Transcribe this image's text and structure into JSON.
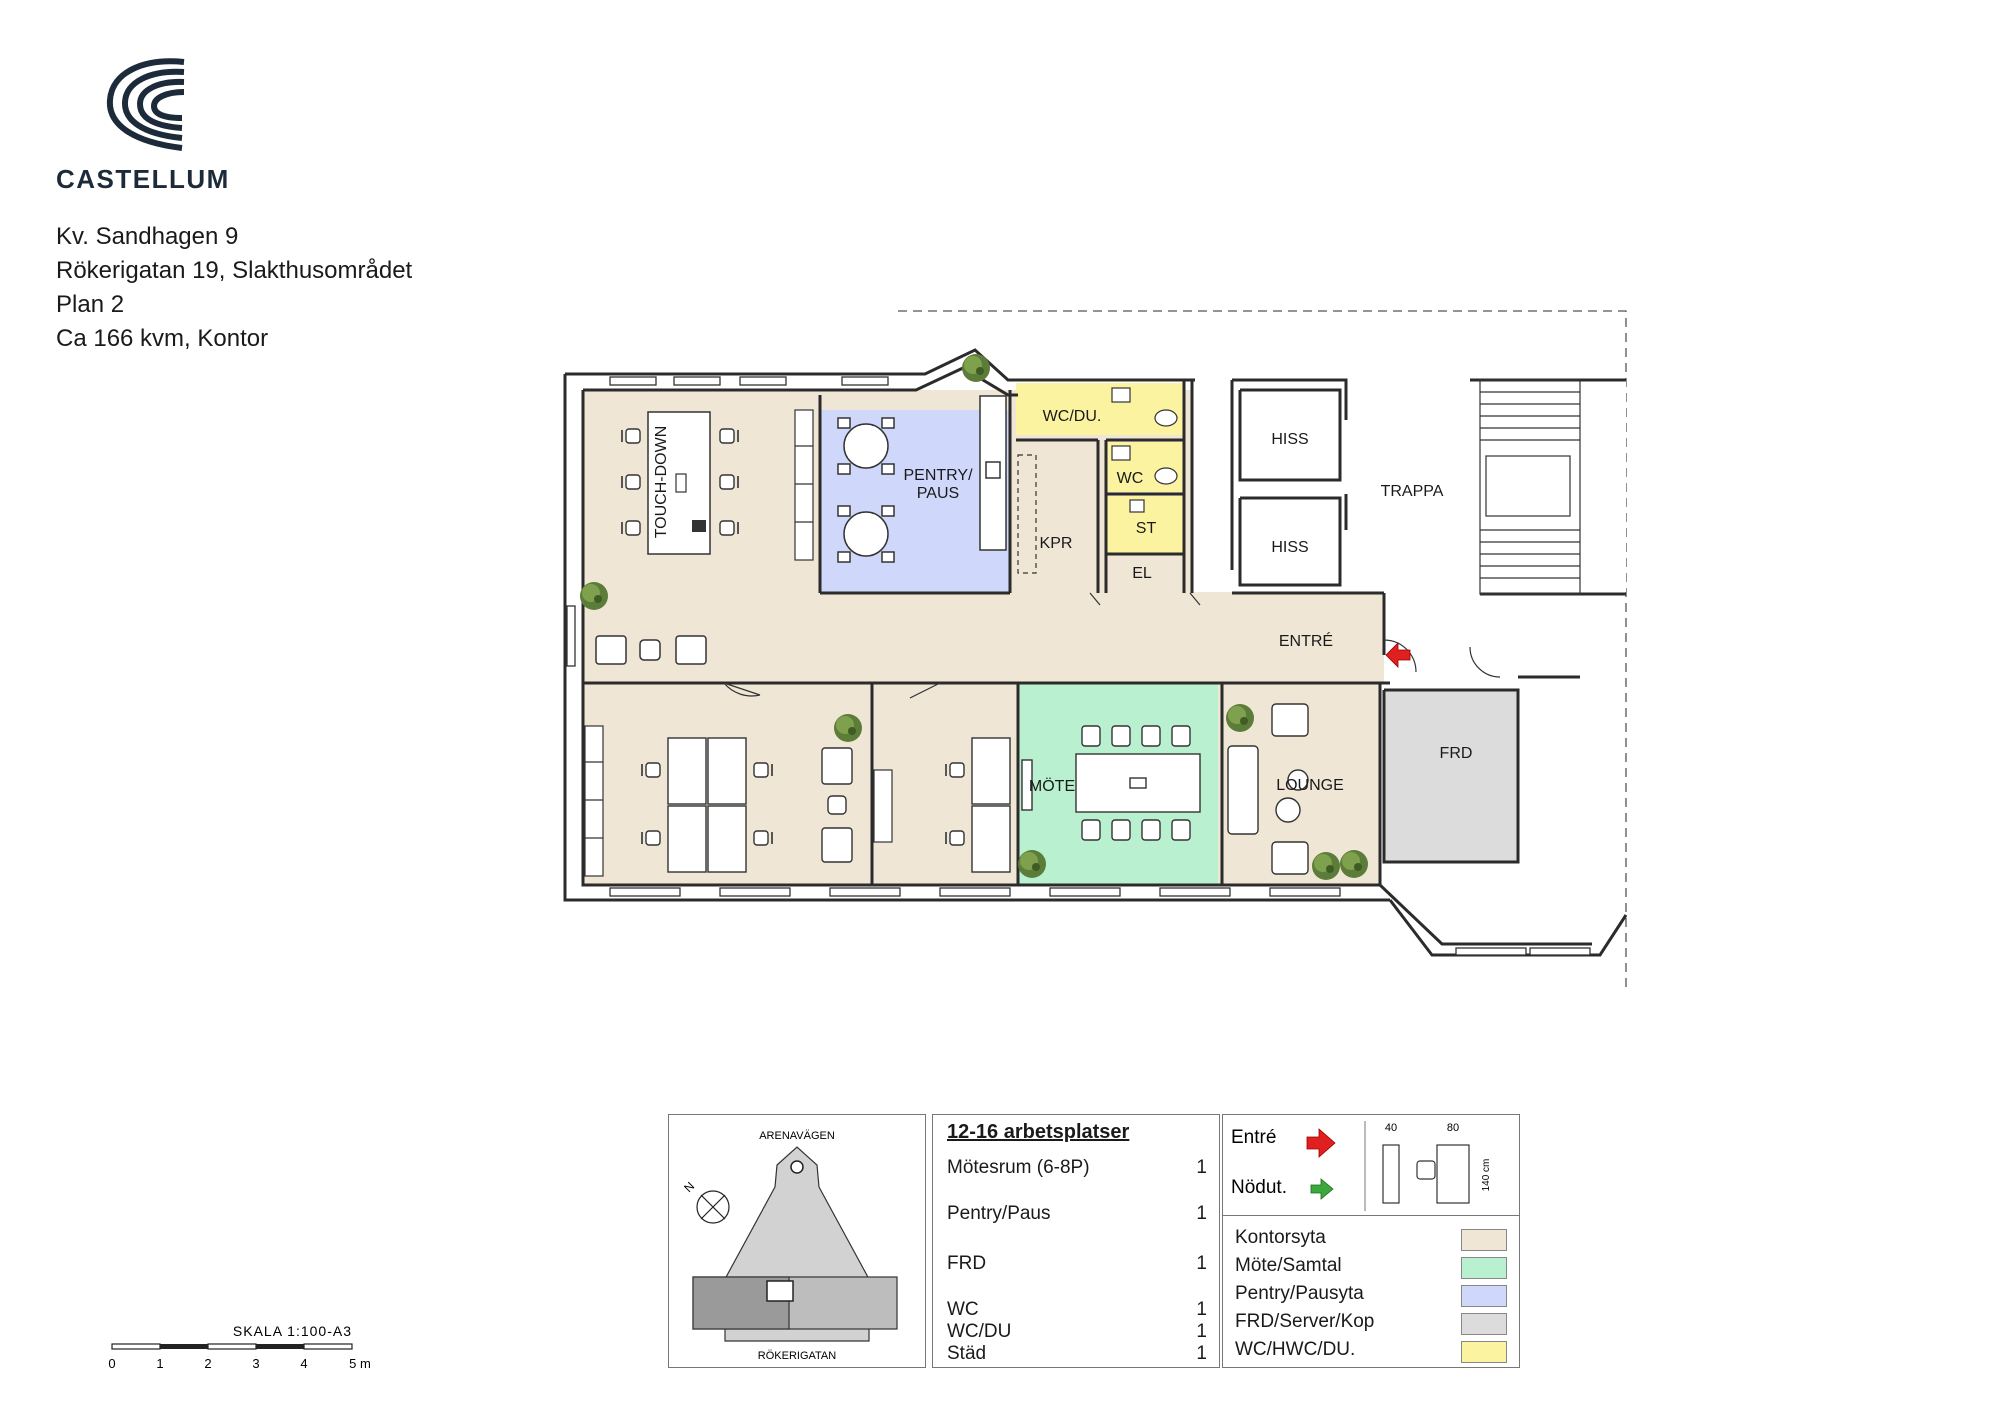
{
  "brand": {
    "name": "CASTELLUM"
  },
  "address": {
    "line1": "Kv. Sandhagen 9",
    "line2": "Rökerigatan 19, Slakthusområdet",
    "line3": "Plan 2",
    "line4": "Ca 166 kvm, Kontor"
  },
  "rooms": {
    "touchdown": "TOUCH-DOWN",
    "pentry": "PENTRY/",
    "pentry2": "PAUS",
    "kpr": "KPR",
    "wcdu": "WC/DU.",
    "wc": "WC",
    "st": "ST",
    "el": "EL",
    "hiss1": "HISS",
    "hiss2": "HISS",
    "trappa": "TRAPPA",
    "entre": "ENTRÉ",
    "frd": "FRD",
    "mote": "MÖTE",
    "lounge": "LOUNGE"
  },
  "scale": {
    "label": "SKALA 1:100-A3",
    "ticks": [
      "0",
      "1",
      "2",
      "3",
      "4",
      "5 m"
    ]
  },
  "key_map": {
    "top_street": "ARENAVÄGEN",
    "bottom_street": "RÖKERIGATAN",
    "north": "N"
  },
  "summary": {
    "title": "12-16 arbetsplatser",
    "rows": [
      {
        "label": "Mötesrum (6-8P)",
        "count": "1"
      },
      {
        "label": "Pentry/Paus",
        "count": "1"
      },
      {
        "label": "FRD",
        "count": "1"
      },
      {
        "label": "WC",
        "count": "1"
      },
      {
        "label": "WC/DU",
        "count": "1"
      },
      {
        "label": "Städ",
        "count": "1"
      }
    ]
  },
  "symbols": {
    "entre": "Entré",
    "nodut": "Nödut.",
    "dim40": "40",
    "dim80": "80",
    "dim140": "140 cm"
  },
  "legend": [
    {
      "label": "Kontorsyta",
      "color": "#efe6d6"
    },
    {
      "label": "Möte/Samtal",
      "color": "#b9f0cf"
    },
    {
      "label": "Pentry/Pausyta",
      "color": "#cfd8fb"
    },
    {
      "label": "FRD/Server/Kop",
      "color": "#dcdcdc"
    },
    {
      "label": "WC/HWC/DU.",
      "color": "#fbf3a0"
    }
  ],
  "colors": {
    "office": "#efe6d6",
    "meeting": "#b9f0cf",
    "pentry": "#cfd8fb",
    "frd": "#dcdcdc",
    "wc": "#fbf3a0",
    "arrow_entry": "#e02020",
    "arrow_exit": "#3aa83a"
  }
}
